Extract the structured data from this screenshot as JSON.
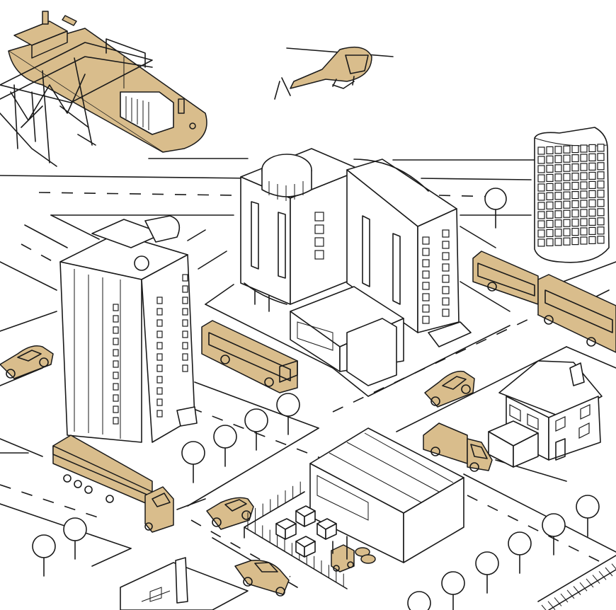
{
  "colors": {
    "accent_tan": "#d9bd8c",
    "line": "#1a1a1a",
    "background": "#ffffff"
  },
  "scene": {
    "style": "isometric line-art city illustration",
    "elements": [
      "harbor-ship",
      "container-crane",
      "helicopter",
      "round-office-tower",
      "tall-office-tower",
      "office-complex",
      "articulated-bus",
      "city-bus",
      "suburban-house",
      "garbage-truck",
      "warehouse",
      "forklift",
      "semi-truck",
      "cars",
      "trees",
      "railway"
    ]
  }
}
